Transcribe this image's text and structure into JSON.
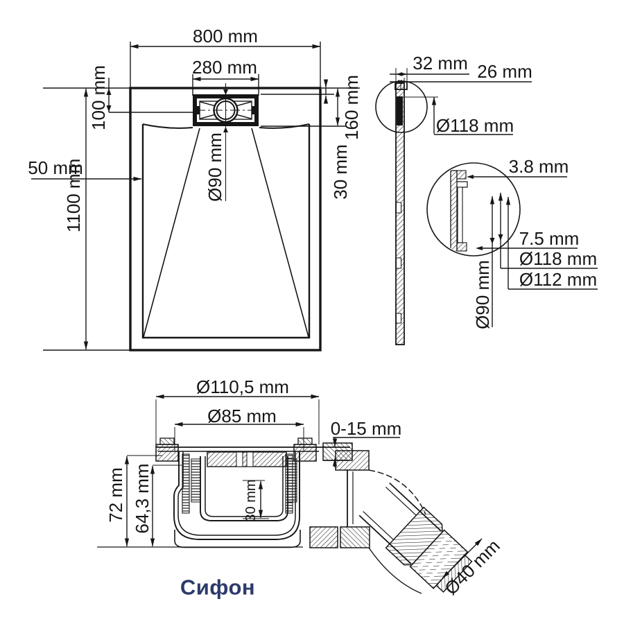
{
  "caption": {
    "siphon": "Сифон"
  },
  "colors": {
    "ink": "#161616",
    "caption_blue": "#2d3a6b",
    "background": "#ffffff"
  },
  "plan": {
    "width": "800 mm",
    "drain_width": "280 mm",
    "drain_offset": "100 mm",
    "wall_offset": "50 mm",
    "length": "1100 mm",
    "drain_diameter": "Ø90 mm",
    "drain_zone_depth": "160 mm",
    "drain_top_gap": "30 mm"
  },
  "side": {
    "total_thickness": "32 mm",
    "body_thickness": "26 mm",
    "flange_diameter": "Ø118 mm",
    "lip_thickness": "3.8 mm",
    "step_height": "7.5 mm",
    "flange_diameter_detail": "Ø118 mm",
    "seat_diameter": "Ø112 mm",
    "drain_diameter": "Ø90 mm"
  },
  "siphon": {
    "flange_diameter": "Ø110,5 mm",
    "bowl_diameter": "Ø85 mm",
    "adjustment_range": "0-15 mm",
    "total_height": "72 mm",
    "body_height": "64,3 mm",
    "cup_depth": "30 mm",
    "outlet_diameter": "Ø40 mm"
  }
}
